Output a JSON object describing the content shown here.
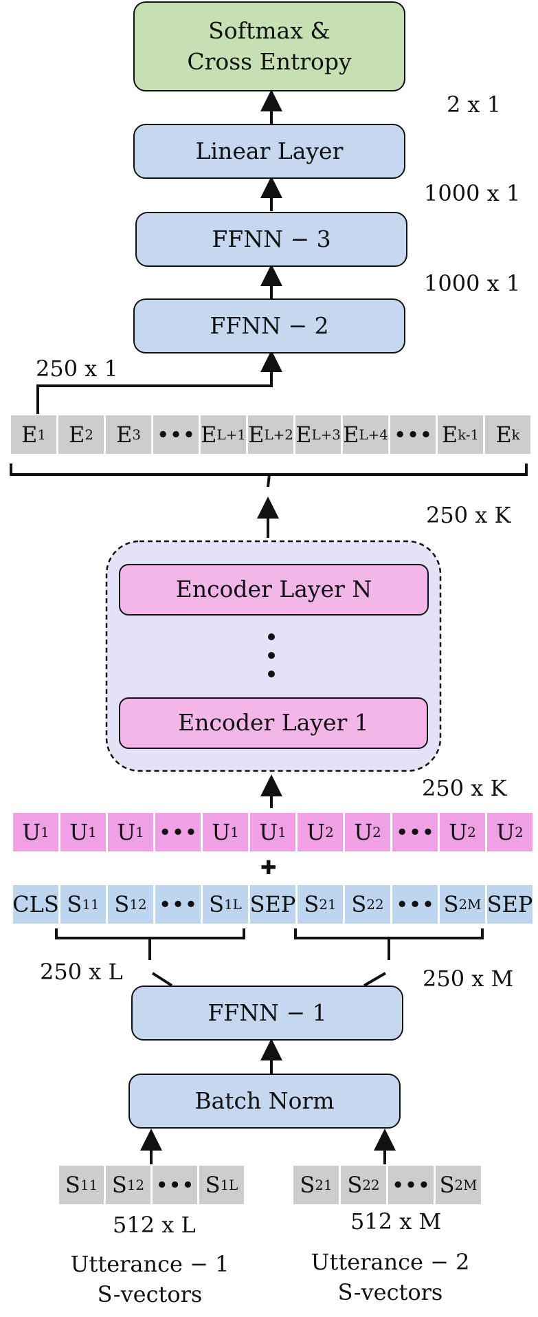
{
  "blocks": {
    "softmax": "Softmax &\nCross Entropy",
    "linear": "Linear Layer",
    "ffnn3": "FFNN − 3",
    "ffnn2": "FFNN − 2",
    "encoder_n": "Encoder Layer N",
    "encoder_1": "Encoder Layer 1",
    "ffnn1": "FFNN −  1",
    "batch_norm": "Batch Norm"
  },
  "dimensions": {
    "softmax_in": "2 x 1",
    "linear_in": "1000 x 1",
    "ffnn3_in": "1000 x 1",
    "e1_out": "250 x 1",
    "encoder_out": "250 x K",
    "encoder_in": "250 x K",
    "utt1_proj": "250 x L",
    "utt2_proj": "250 x M",
    "utt1_in": "512 x L",
    "utt2_in": "512 x M"
  },
  "embedding_row": [
    {
      "base": "E",
      "sub": "1"
    },
    {
      "base": "E",
      "sub": "2"
    },
    {
      "base": "E",
      "sub": "3"
    },
    {
      "base": "•••",
      "sub": ""
    },
    {
      "base": "E",
      "sub": "L+1"
    },
    {
      "base": "E",
      "sub": "L+2"
    },
    {
      "base": "E",
      "sub": "L+3"
    },
    {
      "base": "E",
      "sub": "L+4"
    },
    {
      "base": "•••",
      "sub": ""
    },
    {
      "base": "E",
      "sub": "k-1"
    },
    {
      "base": "E",
      "sub": "k"
    }
  ],
  "segment_row": [
    {
      "base": "U",
      "sub": "1"
    },
    {
      "base": "U",
      "sub": "1"
    },
    {
      "base": "U",
      "sub": "1"
    },
    {
      "base": "•••",
      "sub": ""
    },
    {
      "base": "U",
      "sub": "1"
    },
    {
      "base": "U",
      "sub": "1"
    },
    {
      "base": "U",
      "sub": "2"
    },
    {
      "base": "U",
      "sub": "2"
    },
    {
      "base": "•••",
      "sub": ""
    },
    {
      "base": "U",
      "sub": "2"
    },
    {
      "base": "U",
      "sub": "2"
    }
  ],
  "token_row": [
    {
      "base": "CLS",
      "sub": ""
    },
    {
      "base": "S",
      "sub": "11"
    },
    {
      "base": "S",
      "sub": "12"
    },
    {
      "base": "•••",
      "sub": ""
    },
    {
      "base": "S",
      "sub": "1L"
    },
    {
      "base": "SEP",
      "sub": ""
    },
    {
      "base": "S",
      "sub": "21"
    },
    {
      "base": "S",
      "sub": "22"
    },
    {
      "base": "•••",
      "sub": ""
    },
    {
      "base": "S",
      "sub": "2M"
    },
    {
      "base": "SEP",
      "sub": ""
    }
  ],
  "utt1_row": [
    {
      "base": "S",
      "sub": "11"
    },
    {
      "base": "S",
      "sub": "12"
    },
    {
      "base": "•••",
      "sub": ""
    },
    {
      "base": "S",
      "sub": "1L"
    }
  ],
  "utt2_row": [
    {
      "base": "S",
      "sub": "21"
    },
    {
      "base": "S",
      "sub": "22"
    },
    {
      "base": "•••",
      "sub": ""
    },
    {
      "base": "S",
      "sub": "2M"
    }
  ],
  "plus_symbol": "✚",
  "utt1_caption": "Utterance − 1\nS-vectors",
  "utt2_caption": "Utterance − 2\nS-vectors",
  "colors": {
    "blue_block": "#c5d8ef",
    "green_block": "#c6e0b4",
    "pink_block": "#f2b7e8",
    "encoder_container": "#e4e2f7",
    "gray_cell": "#cdcdcd",
    "pink_cell": "#f0a0e4",
    "blue_cell": "#bdd5ee"
  }
}
